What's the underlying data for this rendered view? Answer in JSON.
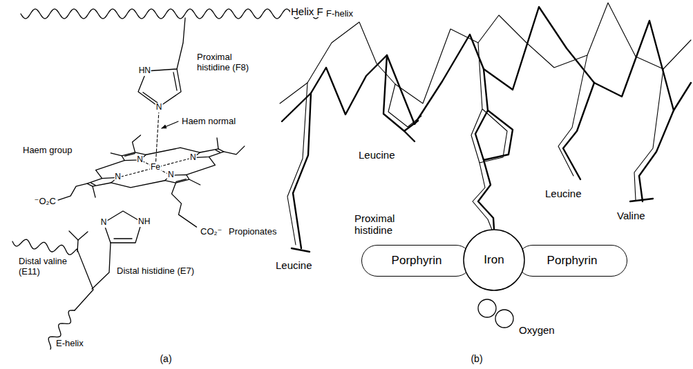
{
  "diagram": {
    "nodes": [
      {
        "text": [
          "Porphyrin"
        ]
      },
      {
        "text": [
          "Iron"
        ]
      },
      {
        "text": [
          "Porphyrin"
        ]
      }
    ],
    "labels": [
      "F-helix",
      "Proximal histidine (F8)",
      "HN",
      "N",
      "Haem normal",
      "Haem group",
      "N",
      "Fe",
      "N",
      "N",
      "N",
      "⁻O₂C",
      "CO₂⁻",
      "Propionates",
      "Distal valine (E11)",
      "N",
      "NH",
      "Distal histidine (E7)",
      "E-helix",
      "(a)",
      "Helix F",
      "Leucine",
      "Leucine",
      "Proximal histidine",
      "Leucine",
      "Valine",
      "Oxygen",
      "(b)"
    ]
  }
}
